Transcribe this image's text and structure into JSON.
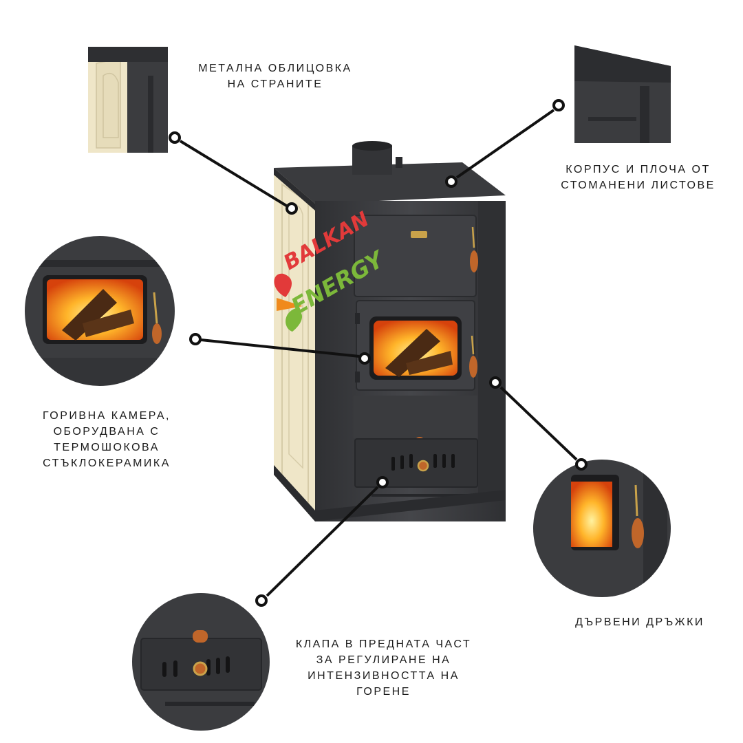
{
  "brand": {
    "line1": "BALKAN",
    "line2": "ENERGY",
    "colors": {
      "red": "#e23a3a",
      "green": "#7cb83a",
      "orange": "#f08a1c"
    }
  },
  "callouts": {
    "side_cladding": "МЕТАЛНА ОБЛИЦОВКА\nНА СТРАНИТЕ",
    "body_plate": "КОРПУС И ПЛОЧА ОТ\nСТОМАНЕНИ ЛИСТОВЕ",
    "fire_chamber": "ГОРИВНА КАМЕРА,\nОБОРУДВАНА С\nТЕРМОШОКОВА\nСТЪКЛОКЕРАМИКА",
    "wooden_handles": "ДЪРВЕНИ ДРЪЖКИ",
    "front_flap": "КЛАПА В ПРЕДНАТА ЧАСТ\nЗА РЕГУЛИРАНЕ НА\nИНТЕНЗИВНОСТТА НА\nГОРЕНЕ"
  },
  "colors": {
    "stove_dark": "#3b3c3f",
    "cream_panel": "#efe6c8",
    "handle_wood": "#c0662a",
    "brass": "#c9a24a",
    "fire_orange": "#ff8a1a",
    "fire_yellow": "#ffd23a",
    "line": "#111111"
  }
}
